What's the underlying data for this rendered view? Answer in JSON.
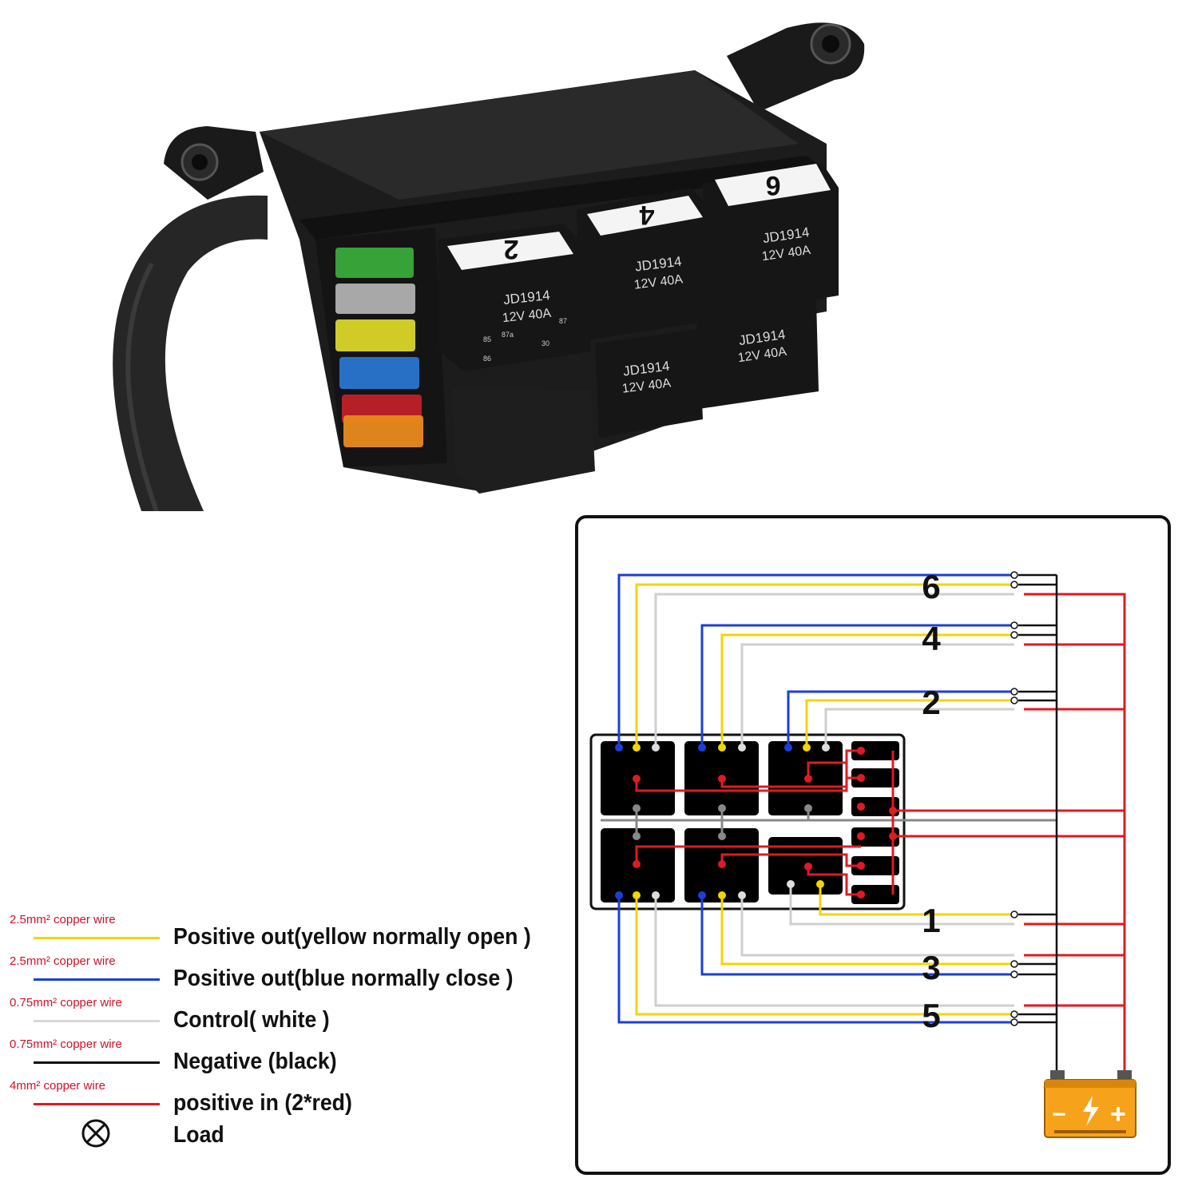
{
  "photo": {
    "relays": [
      {
        "number": "2",
        "model": "JD1914",
        "rating": "12V 40A"
      },
      {
        "number": "4",
        "model": "JD1914",
        "rating": "12V 40A"
      },
      {
        "number": "6",
        "model": "JD1914",
        "rating": "12V 40A"
      },
      {
        "number": "",
        "model": "JD1914",
        "rating": "12V 40A"
      },
      {
        "number": "",
        "model": "JD1914",
        "rating": "12V 40A"
      }
    ],
    "pin_labels": {
      "p85": "85",
      "p86": "86",
      "p87": "87",
      "p87a": "87a",
      "p30": "30"
    },
    "wire_tags": [
      "+",
      "1",
      "2",
      "4",
      "5",
      "6"
    ],
    "fuse_colors": [
      "#3dbb3d",
      "#b8b8b8",
      "#e6df2a",
      "#2a7ad8",
      "#c8202a",
      "#e88a1c"
    ]
  },
  "diagram": {
    "relay_outputs": [
      "6",
      "4",
      "2",
      "1",
      "3",
      "5"
    ],
    "battery_signs": {
      "minus": "−",
      "plus": "+"
    }
  },
  "legend": [
    {
      "spec": "2.5mm² copper wire",
      "label": "Positive out(yellow normally open )",
      "color": "#f2d600"
    },
    {
      "spec": "2.5mm² copper wire",
      "label": "Positive out(blue normally close )",
      "color": "#1b3fd6"
    },
    {
      "spec": "0.75mm² copper wire",
      "label": "Control( white  )",
      "color": "#d8d8d8"
    },
    {
      "spec": "0.75mm² copper wire",
      "label": "Negative (black)",
      "color": "#111111"
    },
    {
      "spec": "4mm² copper wire",
      "label": "positive in (2*red)",
      "color": "#e01a22"
    },
    {
      "spec": "",
      "label": "Load",
      "icon": "load-icon"
    }
  ]
}
